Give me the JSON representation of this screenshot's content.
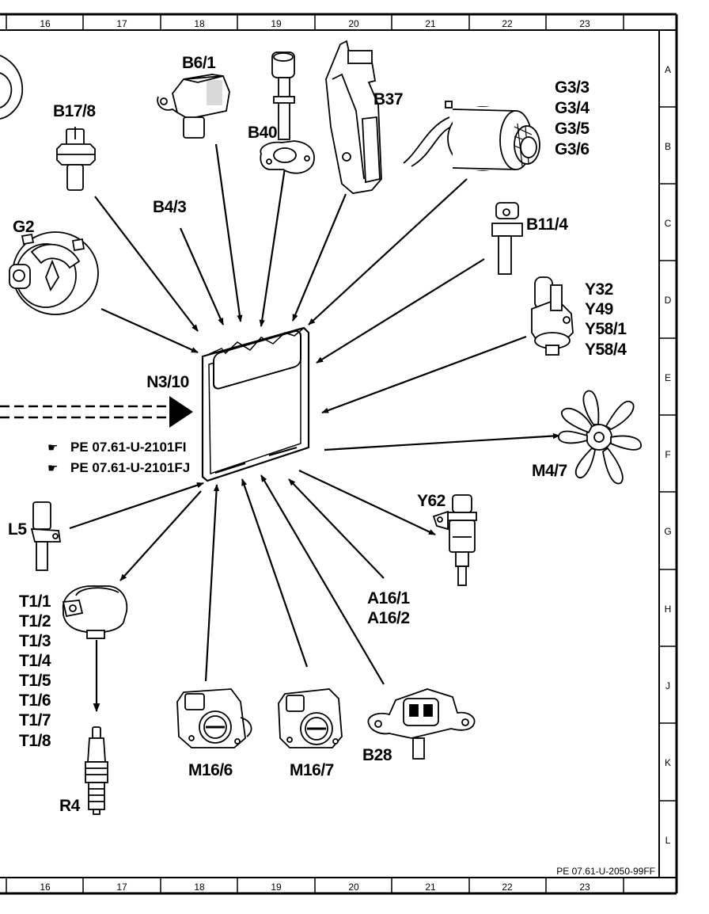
{
  "frame": {
    "columns": [
      "16",
      "17",
      "18",
      "19",
      "20",
      "21",
      "22",
      "23"
    ],
    "rows": [
      "A",
      "B",
      "C",
      "D",
      "E",
      "F",
      "G",
      "H",
      "J",
      "K",
      "L"
    ],
    "footer_ref": "PE 07.61-U-2050-99FF"
  },
  "ecu": {
    "label": "N3/10",
    "refs": [
      "PE 07.61-U-2101FI",
      "PE 07.61-U-2101FJ"
    ],
    "ref_icon": "pointing-hand-icon"
  },
  "components": {
    "B6_1": "B6/1",
    "B17_8": "B17/8",
    "B40": "B40",
    "B37": "B37",
    "G3": [
      "G3/3",
      "G3/4",
      "G3/5",
      "G3/6"
    ],
    "G2": "G2",
    "B4_3": "B4/3",
    "B11_4": "B11/4",
    "Y": [
      "Y32",
      "Y49",
      "Y58/1",
      "Y58/4"
    ],
    "M4_7": "M4/7",
    "Y62": "Y62",
    "L5": "L5",
    "A16": [
      "A16/1",
      "A16/2"
    ],
    "T1": [
      "T1/1",
      "T1/2",
      "T1/3",
      "T1/4",
      "T1/5",
      "T1/6",
      "T1/7",
      "T1/8"
    ],
    "M16_6": "M16/6",
    "M16_7": "M16/7",
    "B28": "B28",
    "R4": "R4"
  }
}
